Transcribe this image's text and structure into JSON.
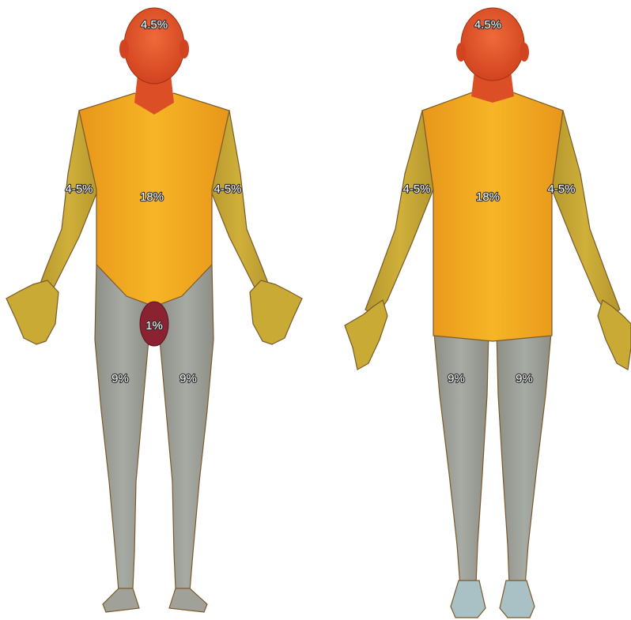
{
  "colors": {
    "head": "#e0502a",
    "trunk": "#f1a51c",
    "arm": "#c4a532",
    "leg": "#9aa09a",
    "genital": "#8a2232",
    "feet_back": "#a9c0c4",
    "background": "#ffffff"
  },
  "anterior": {
    "head": "4.5%",
    "trunk": "18%",
    "right_arm": "4-5%",
    "left_arm": "4-5%",
    "genitalia": "1%",
    "right_leg": "9%",
    "left_leg": "9%"
  },
  "posterior": {
    "head": "4.5%",
    "trunk": "18%",
    "left_arm": "4-5%",
    "right_arm": "4-5%",
    "left_leg": "9%",
    "right_leg": "9%"
  }
}
